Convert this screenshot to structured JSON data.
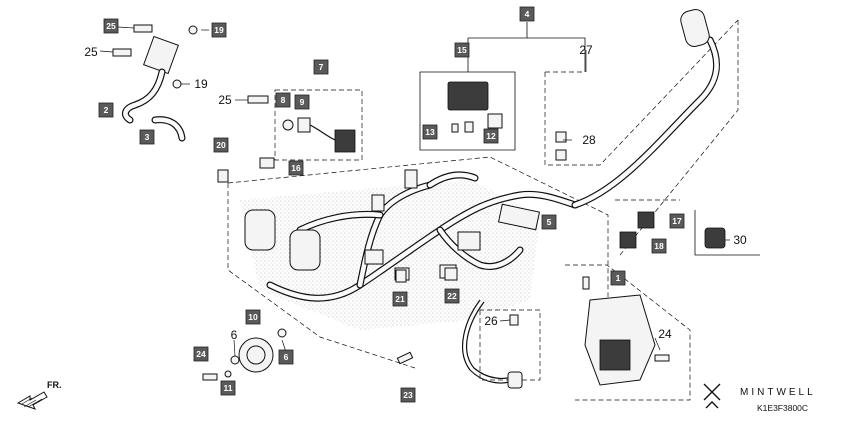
{
  "callouts": {
    "c1": "1",
    "c2": "2",
    "c3": "3",
    "c4": "4",
    "c5": "5",
    "c6a": "6",
    "c6b": "6",
    "c7": "7",
    "c8": "8",
    "c9": "9",
    "c10": "10",
    "c11": "11",
    "c12": "12",
    "c13": "13",
    "c15": "15",
    "c16": "16",
    "c17": "17",
    "c18": "18",
    "c19a": "19",
    "c19b": "19",
    "c20": "20",
    "c21": "21",
    "c22": "22",
    "c23": "23",
    "c24a": "24",
    "c24b": "24",
    "c25a": "25",
    "c25b": "25",
    "c25c": "25",
    "c26": "26",
    "c27": "27",
    "c28": "28",
    "c30": "30"
  },
  "direction_label": "FR.",
  "watermark": {
    "brand": "MINTWELL"
  },
  "diagram_code": "K1E3F3800C"
}
